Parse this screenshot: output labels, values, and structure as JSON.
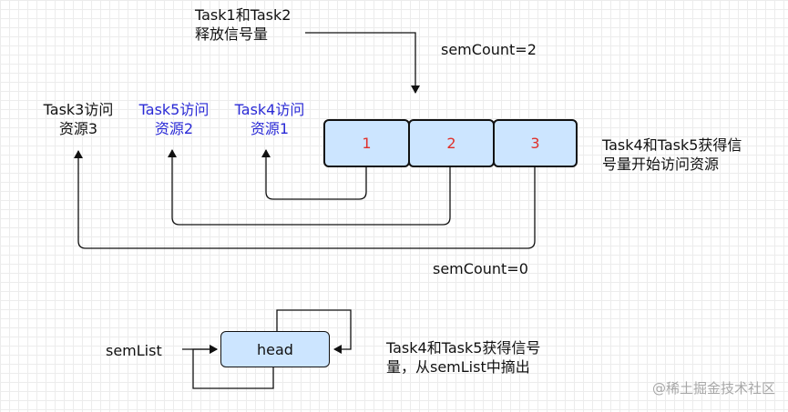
{
  "top_label": {
    "line1": "Task1和Task2",
    "line2": "释放信号量"
  },
  "sem_count_top": "semCount=2",
  "sem_count_bottom": "semCount=0",
  "tasks": [
    {
      "line1": "Task3访问",
      "line2": "资源3",
      "color": "#111111"
    },
    {
      "line1": "Task5访问",
      "line2": "资源2",
      "color": "#2a2ad6"
    },
    {
      "line1": "Task4访问",
      "line2": "资源1",
      "color": "#2a2ad6"
    }
  ],
  "slots": [
    "1",
    "2",
    "3"
  ],
  "right_note": {
    "line1": "Task4和Task5获得信",
    "line2": "号量开始访问资源"
  },
  "semlist_label": "semList",
  "head_label": "head",
  "bottom_note": {
    "line1": "Task4和Task5获得信号",
    "line2": "量，从semList中摘出"
  },
  "watermark": "@稀土掘金技术社区",
  "colors": {
    "box_fill": "#cce5ff",
    "slot_text": "#e0302a",
    "task_blue": "#2a2ad6",
    "line": "#111111"
  }
}
